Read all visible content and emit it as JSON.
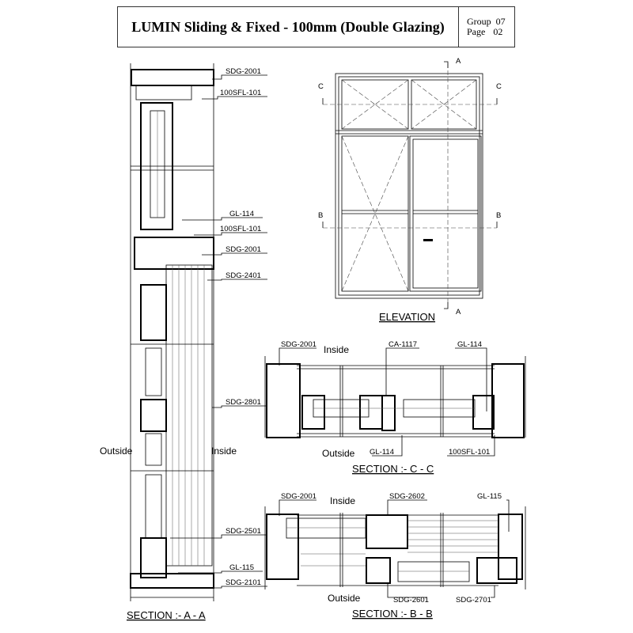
{
  "header": {
    "title": "LUMIN Sliding & Fixed - 100mm (Double Glazing)",
    "group_label": "Group",
    "group_value": "07",
    "page_label": "Page",
    "page_value": "02"
  },
  "section_aa": {
    "title": "SECTION :-  A - A",
    "outside": "Outside",
    "inside": "Inside",
    "labels": [
      "SDG-2001",
      "100SFL-101",
      "GL-114",
      "100SFL-101",
      "SDG-2001",
      "SDG-2401",
      "SDG-2801",
      "SDG-2501",
      "GL-115",
      "SDG-2101"
    ]
  },
  "elevation": {
    "title": "ELEVATION",
    "markers": {
      "a_top": "A",
      "a_bottom": "A",
      "c_left": "C",
      "c_right": "C",
      "b_left": "B",
      "b_right": "B"
    }
  },
  "section_cc": {
    "title": "SECTION :-  C - C",
    "inside": "Inside",
    "outside": "Outside",
    "labels": {
      "top_left": "SDG-2001",
      "top_mid": "CA-1117",
      "top_right": "GL-114",
      "bottom_mid": "GL-114",
      "bottom_right": "100SFL-101"
    }
  },
  "section_bb": {
    "title": "SECTION :-  B - B",
    "inside": "Inside",
    "outside": "Outside",
    "labels": {
      "top_left": "SDG-2001",
      "top_mid": "SDG-2602",
      "top_right": "GL-115",
      "bottom_mid": "SDG-2601",
      "bottom_right": "SDG-2701"
    }
  }
}
